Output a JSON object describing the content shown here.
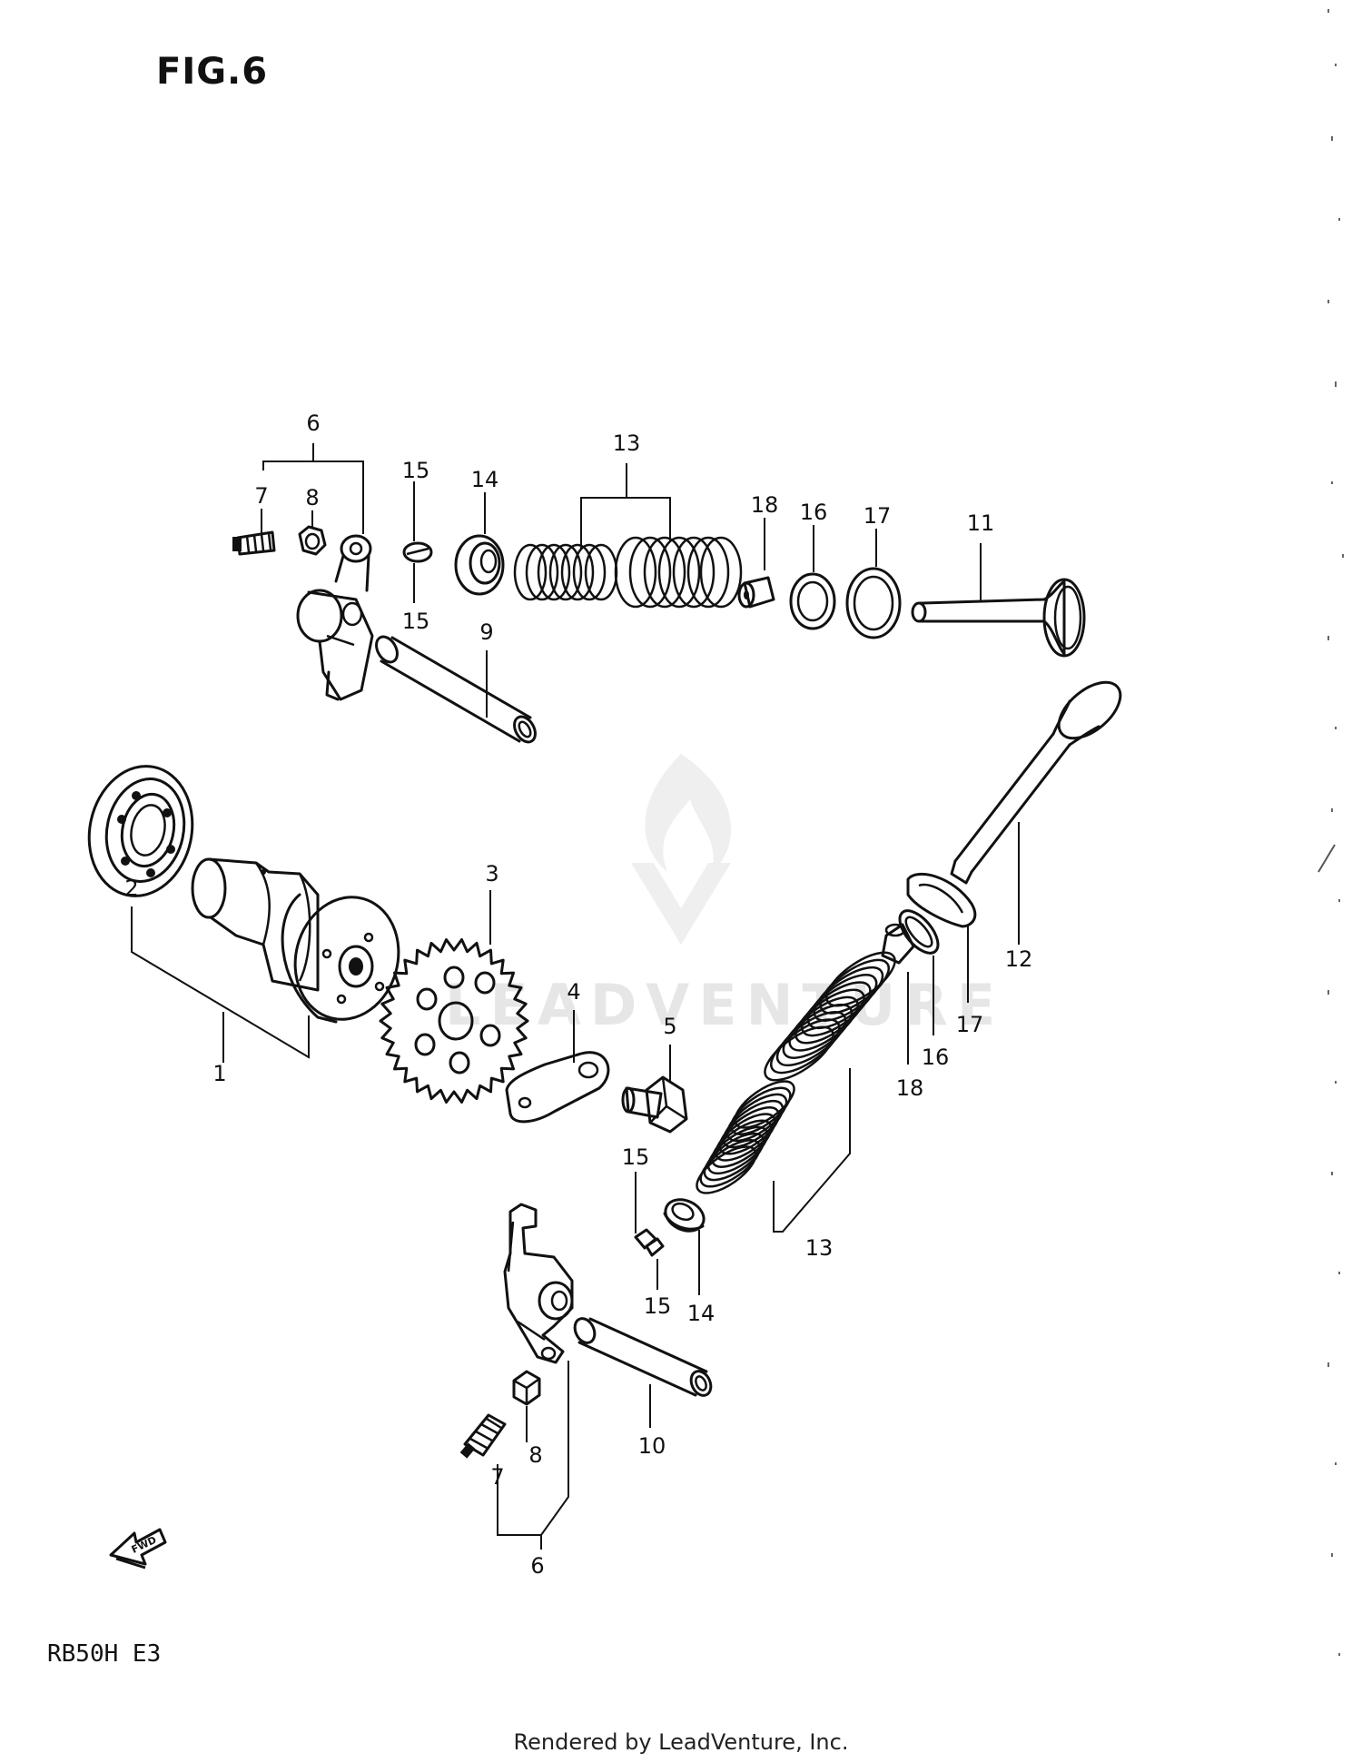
{
  "figure": {
    "title": "FIG.6",
    "model_code": "RB50H E3",
    "credit": "Rendered by LeadVenture, Inc.",
    "watermark": "LEADVENTURE"
  },
  "parts": [
    {
      "id": "cam-bearing",
      "icon": "ball-bearing"
    },
    {
      "id": "camshaft",
      "icon": "camshaft"
    },
    {
      "id": "cam-sprocket",
      "icon": "sprocket"
    },
    {
      "id": "sprocket-plate",
      "icon": "plate"
    },
    {
      "id": "sprocket-bolt",
      "icon": "hex-bolt"
    },
    {
      "id": "rocker-arm-upper",
      "icon": "rocker-arm"
    },
    {
      "id": "rocker-arm-lower",
      "icon": "rocker-arm"
    },
    {
      "id": "adjust-screw-upper",
      "icon": "screw"
    },
    {
      "id": "adjust-screw-lower",
      "icon": "screw"
    },
    {
      "id": "lock-nut-upper",
      "icon": "hex-nut"
    },
    {
      "id": "lock-nut-lower",
      "icon": "hex-nut"
    },
    {
      "id": "rocker-shaft-upper",
      "icon": "shaft"
    },
    {
      "id": "rocker-shaft-lower",
      "icon": "shaft"
    },
    {
      "id": "intake-valve",
      "icon": "valve"
    },
    {
      "id": "exhaust-valve",
      "icon": "valve"
    },
    {
      "id": "valve-springs-upper",
      "icon": "spring"
    },
    {
      "id": "valve-springs-lower",
      "icon": "spring"
    },
    {
      "id": "retainer-upper",
      "icon": "retainer"
    },
    {
      "id": "retainer-lower",
      "icon": "retainer"
    },
    {
      "id": "cotter-upper",
      "icon": "cotter"
    },
    {
      "id": "cotter-lower",
      "icon": "cotter"
    },
    {
      "id": "seat-upper",
      "icon": "washer"
    },
    {
      "id": "seat-lower",
      "icon": "washer"
    },
    {
      "id": "washer-upper",
      "icon": "washer"
    },
    {
      "id": "washer-lower",
      "icon": "washer"
    },
    {
      "id": "stem-seal-upper",
      "icon": "seal"
    },
    {
      "id": "stem-seal-lower",
      "icon": "seal"
    }
  ],
  "callouts": {
    "c1": "1",
    "c2": "2",
    "c3": "3",
    "c4": "4",
    "c5": "5",
    "c6a": "6",
    "c6b": "6",
    "c7a": "7",
    "c7b": "7",
    "c8a": "8",
    "c8b": "8",
    "c9": "9",
    "c10": "10",
    "c11": "11",
    "c12": "12",
    "c13a": "13",
    "c13b": "13",
    "c14a": "14",
    "c14b": "14",
    "c15a": "15",
    "c15b": "15",
    "c15c": "15",
    "c15d": "15",
    "c16a": "16",
    "c16b": "16",
    "c17a": "17",
    "c17b": "17",
    "c18a": "18",
    "c18b": "18"
  },
  "fwd_label": "FWD"
}
